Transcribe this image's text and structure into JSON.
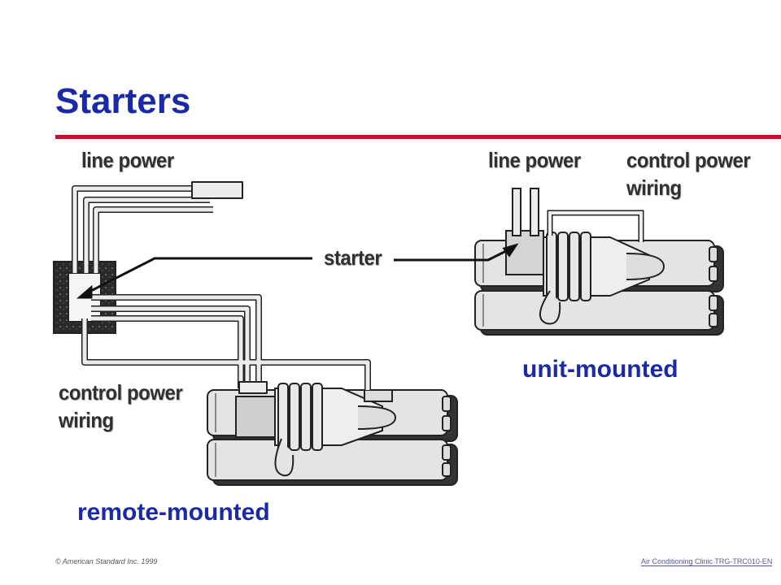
{
  "title": "Starters",
  "labels": {
    "remote_line_power": "line power",
    "remote_control_power": "control power\nwiring",
    "unit_line_power": "line power",
    "unit_control_power": "control power\nwiring",
    "starter": "starter"
  },
  "captions": {
    "unit": "unit-mounted",
    "remote": "remote-mounted"
  },
  "footer": {
    "copyright": "© American Standard Inc. 1999",
    "course": "Air Conditioning Clinic TRG-TRC010-EN"
  },
  "colors": {
    "title": "#1a2aa6",
    "rule": "#c8102e",
    "chiller_body": "#e4e4e4",
    "outline": "#222222"
  }
}
